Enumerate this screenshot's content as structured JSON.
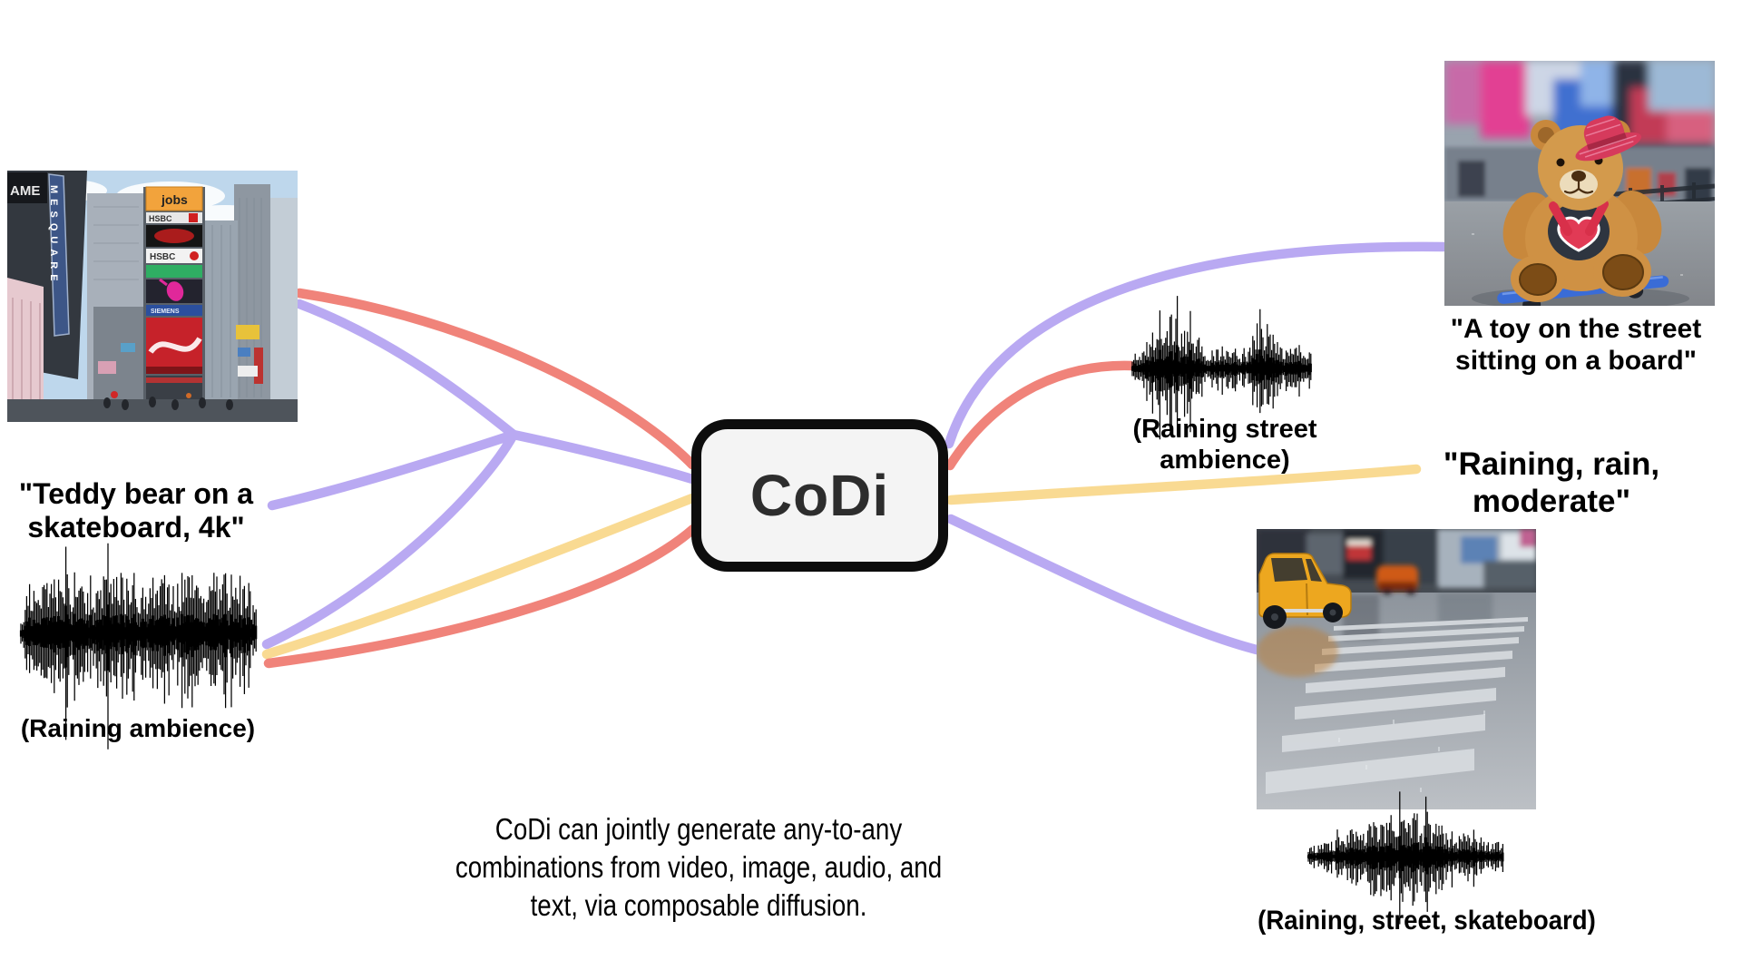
{
  "colors": {
    "red": "#f0837a",
    "purple": "#b9a9f2",
    "yellow": "#f9da92",
    "ink": "#000000",
    "codi_text": "#2d2d2d",
    "box_fill": "#f4f4f4",
    "box_border": "#0d0d0d",
    "wave": "#000000"
  },
  "codi": {
    "label": "CoDi"
  },
  "left": {
    "image_sign_corner": "AME",
    "image_sign_vertical": "MESQUARE",
    "billboard_jobs": "jobs",
    "billboard_hsbc": "HSBC",
    "billboard_hsbc2": "HSBC",
    "billboard_siemens": "SIEMENS",
    "prompt_line1": "\"Teddy bear on a",
    "prompt_line2": "skateboard, 4k\"",
    "audio_label": "(Raining ambience)"
  },
  "right": {
    "image_caption_line1": "\"A toy on the street",
    "image_caption_line2": "sitting on a board\"",
    "audio_label_line1": "(Raining street",
    "audio_label_line2": "ambience)",
    "text_line1": "\"Raining, rain,",
    "text_line2": "moderate\"",
    "video_audio_label": "(Raining, street, skateboard)"
  },
  "footer": {
    "line1": "CoDi can jointly generate any-to-any",
    "line2": "combinations from video, image, audio, and",
    "line3": "text, via composable diffusion."
  },
  "waveforms": [
    {
      "name": "raining-ambience",
      "seed": 7,
      "tails": true,
      "envelope": [
        [
          0,
          0.3
        ],
        [
          0.04,
          0.85
        ],
        [
          0.5,
          0.9
        ],
        [
          0.96,
          0.85
        ],
        [
          1,
          0.35
        ]
      ],
      "spike_chance": 0.06,
      "spike_gain": 1.5
    },
    {
      "name": "raining-street-ambience",
      "seed": 13,
      "tails": false,
      "envelope": [
        [
          0,
          0.22
        ],
        [
          0.08,
          0.28
        ],
        [
          0.14,
          0.85
        ],
        [
          0.18,
          0.45
        ],
        [
          0.23,
          1.0
        ],
        [
          0.28,
          0.5
        ],
        [
          0.33,
          0.95
        ],
        [
          0.38,
          0.4
        ],
        [
          0.45,
          0.28
        ],
        [
          0.52,
          0.42
        ],
        [
          0.58,
          0.3
        ],
        [
          0.65,
          0.32
        ],
        [
          0.72,
          1.0
        ],
        [
          0.78,
          0.6
        ],
        [
          0.85,
          0.3
        ],
        [
          0.9,
          0.5
        ],
        [
          1,
          0.22
        ]
      ],
      "spike_chance": 0.05,
      "spike_gain": 1.4
    },
    {
      "name": "raining-street-skateboard",
      "seed": 29,
      "tails": false,
      "envelope": [
        [
          0,
          0.2
        ],
        [
          0.12,
          0.32
        ],
        [
          0.3,
          0.75
        ],
        [
          0.5,
          1.0
        ],
        [
          0.62,
          0.8
        ],
        [
          0.78,
          0.5
        ],
        [
          1,
          0.28
        ]
      ],
      "spike_chance": 0.06,
      "spike_gain": 1.5
    }
  ]
}
